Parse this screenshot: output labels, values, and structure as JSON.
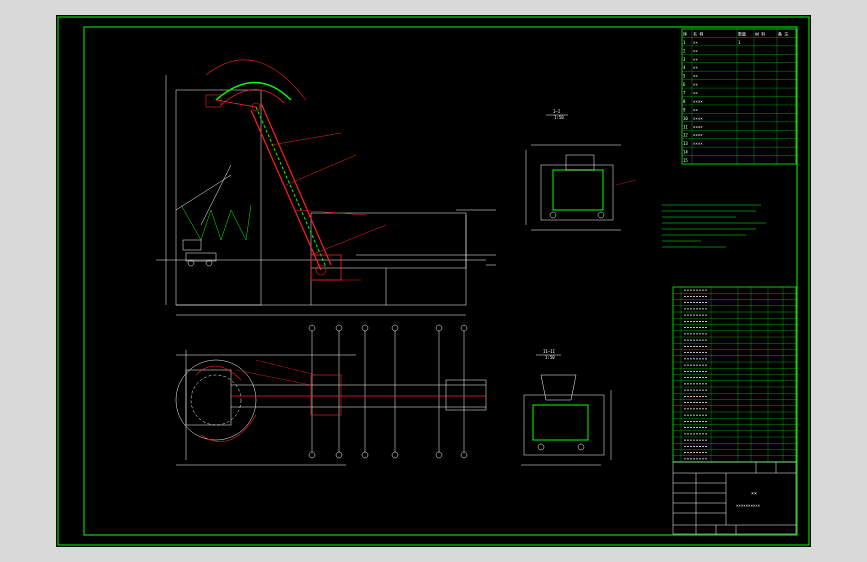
{
  "drawing": {
    "section_views": [
      {
        "label": "I—I",
        "scale": "1:50"
      },
      {
        "label": "II—II",
        "scale": "1:50"
      }
    ],
    "title_block": {
      "title": "××",
      "subtitle": "××××××××××"
    },
    "parts_table_top": {
      "headers": [
        "序",
        "名 称",
        "数量",
        "材 料",
        "备 注"
      ],
      "rows": [
        [
          "1",
          "××",
          "1",
          "",
          ""
        ],
        [
          "2",
          "××",
          "",
          "",
          ""
        ],
        [
          "3",
          "××",
          "",
          "",
          ""
        ],
        [
          "4",
          "××",
          "",
          "",
          ""
        ],
        [
          "5",
          "××",
          "",
          "",
          ""
        ],
        [
          "6",
          "××",
          "",
          "",
          ""
        ],
        [
          "7",
          "××",
          "",
          "",
          ""
        ],
        [
          "8",
          "××××",
          "",
          "",
          ""
        ],
        [
          "9",
          "××",
          "",
          "",
          ""
        ],
        [
          "10",
          "××××",
          "",
          "",
          ""
        ],
        [
          "11",
          "××××",
          "",
          "",
          ""
        ],
        [
          "12",
          "××××",
          "",
          "",
          ""
        ],
        [
          "13",
          "××××",
          "",
          "",
          ""
        ],
        [
          "14",
          "",
          "",
          "",
          ""
        ],
        [
          "15",
          "",
          "",
          "",
          ""
        ]
      ]
    }
  },
  "colors": {
    "frame": "#00ff00",
    "ink": "#ffffff",
    "red": "#ff2020",
    "green": "#00ff00",
    "bg": "#000000"
  }
}
